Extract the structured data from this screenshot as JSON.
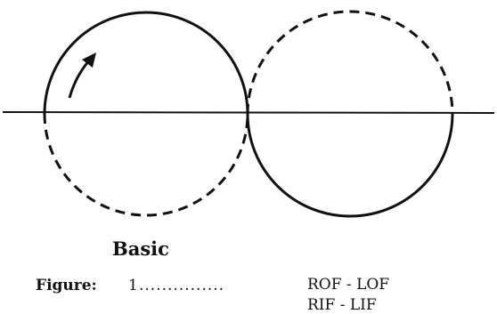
{
  "heading": "Basic",
  "figure": {
    "label": "Figure:",
    "number": "1",
    "leader": "...............",
    "edges_line1": "ROF - LOF",
    "edges_line2": "RIF - LIF"
  },
  "colors": {
    "ink": "#111111",
    "background": "#ffffff"
  }
}
